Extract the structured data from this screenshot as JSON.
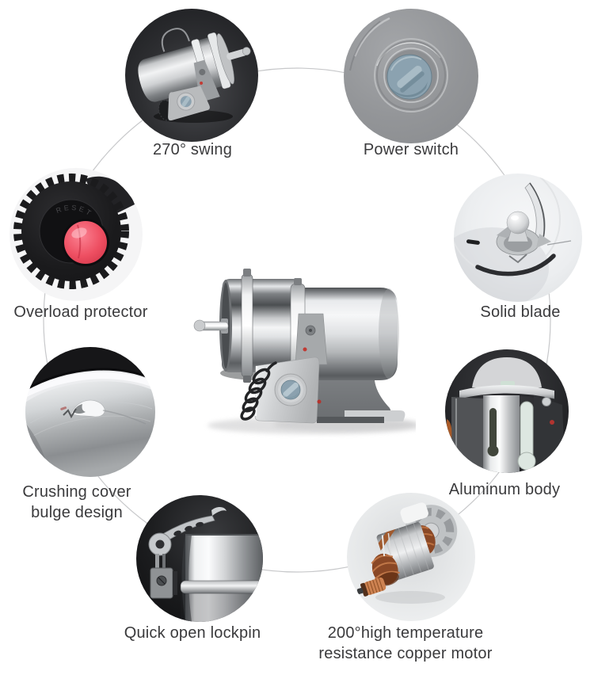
{
  "diagram": {
    "title_hint": "grinder feature callout diagram",
    "features": [
      {
        "id": "swing",
        "label": "270° swing",
        "position": "top-left"
      },
      {
        "id": "power-switch",
        "label": "Power switch",
        "position": "top-right"
      },
      {
        "id": "overload",
        "label": "Overload protector",
        "position": "left"
      },
      {
        "id": "solid-blade",
        "label": "Solid blade",
        "position": "right"
      },
      {
        "id": "crushing-cover",
        "label": "Crushing cover bulge design",
        "position": "lower-left"
      },
      {
        "id": "aluminum-body",
        "label": "Aluminum body",
        "position": "lower-right"
      },
      {
        "id": "lockpin",
        "label": "Quick open lockpin",
        "position": "bottom-left"
      },
      {
        "id": "copper-motor",
        "label": "200°high temperature resistance copper motor",
        "position": "bottom-right"
      }
    ],
    "embossed_text": {
      "overload_reset": "RESET"
    },
    "colors": {
      "label_text": "#3a3a3c",
      "connector_line": "#c7c8ca",
      "reset_button_red": "#ee4f62",
      "knob_blue_gray": "#8ba2b0",
      "copper": "#c07748",
      "dark_circle_bg": "#1d1e21",
      "mint_slot": "#dde7e1"
    }
  }
}
